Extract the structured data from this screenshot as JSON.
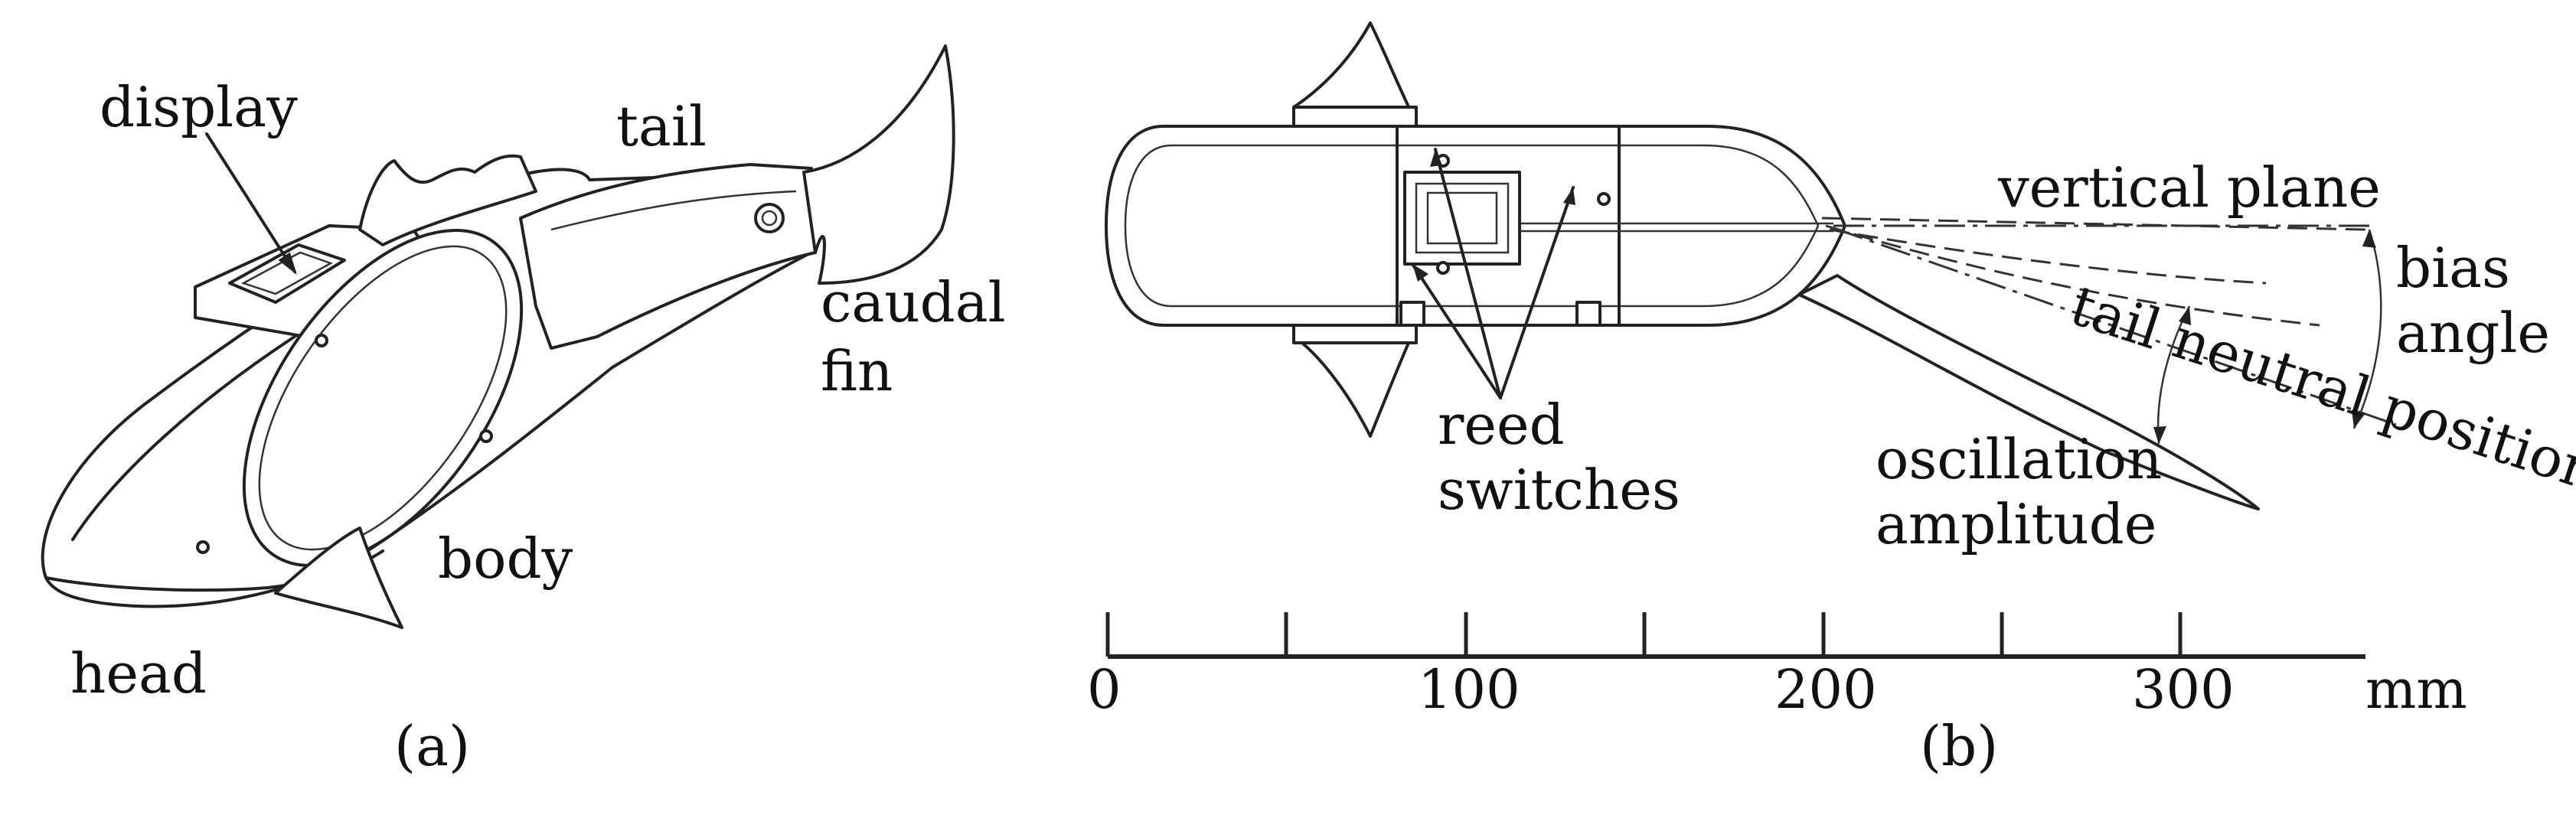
{
  "panel_a": {
    "labels": {
      "display": "display",
      "tail": "tail",
      "caudal": "caudal",
      "fin": "fin",
      "body": "body",
      "head": "head"
    },
    "caption": "(a)"
  },
  "panel_b": {
    "labels": {
      "vertical_plane": "vertical plane",
      "bias": "bias",
      "angle": "angle",
      "tail_neutral_position": "tail neutral position",
      "reed": "reed",
      "switches": "switches",
      "oscillation": "oscillation",
      "amplitude": "amplitude"
    },
    "caption": "(b)"
  },
  "scale_bar": {
    "ticks": [
      "0",
      "100",
      "200",
      "300"
    ],
    "unit": "mm"
  }
}
